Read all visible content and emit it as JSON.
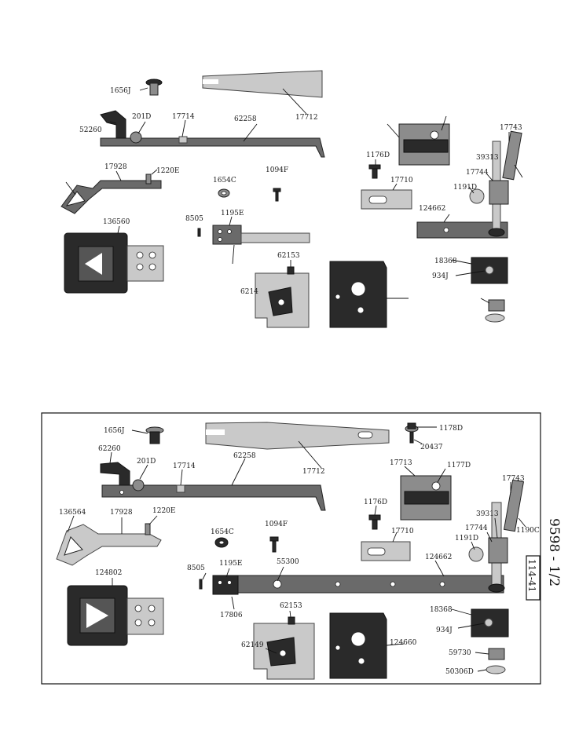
{
  "upper": {
    "labels": [
      "1656J",
      "52260",
      "201D",
      "17714",
      "62258",
      "17712",
      "17928",
      "1220E",
      "1654C",
      "1094F",
      "8505",
      "1195E",
      "136560",
      "62153",
      "1176D",
      "17710",
      "17743",
      "39313",
      "17744",
      "1191D",
      "124662",
      "18368",
      "934J",
      "6214"
    ]
  },
  "lower": {
    "labels": [
      "1656J",
      "62260",
      "201D",
      "17714",
      "62258",
      "17712",
      "1178D",
      "20437",
      "17713",
      "1177D",
      "17743",
      "1176D",
      "39313",
      "1190C",
      "17744",
      "17710",
      "1191D",
      "136564",
      "17928",
      "1220E",
      "1654C",
      "1094F",
      "124802",
      "8505",
      "1195E",
      "55300",
      "124662",
      "17806",
      "62153",
      "18368",
      "934J",
      "62149",
      "124660",
      "59730",
      "50306D"
    ],
    "plate_number": "9598 - 1/2",
    "date": "114-41"
  }
}
